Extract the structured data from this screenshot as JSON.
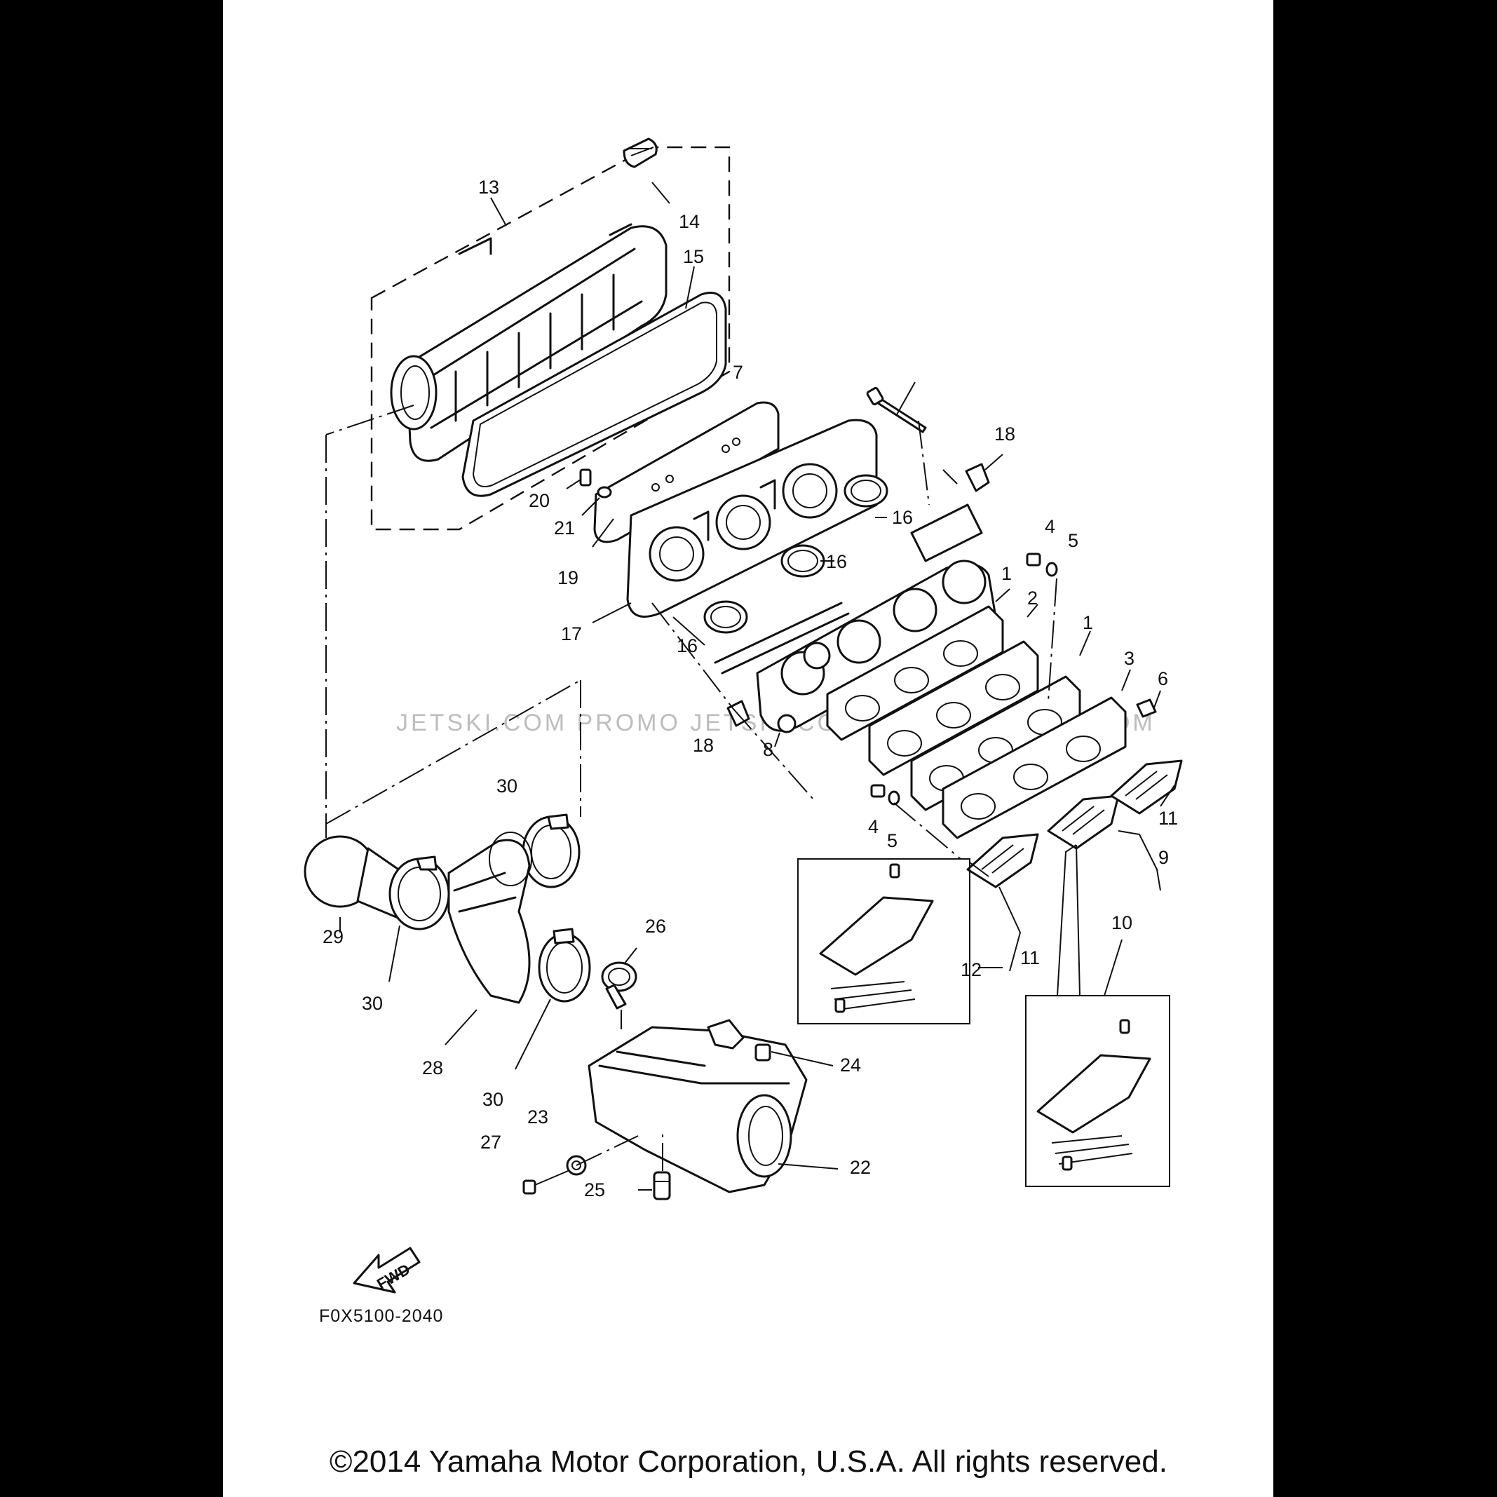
{
  "diagram": {
    "labels": {
      "p1": "1",
      "p2": "2",
      "p3": "3",
      "p4": "4",
      "p5": "5",
      "p6": "6",
      "p7": "7",
      "p8": "8",
      "p9": "9",
      "p10": "10",
      "p11": "11",
      "p12": "12",
      "p13": "13",
      "p14": "14",
      "p15": "15",
      "p16": "16",
      "p17": "17",
      "p18": "18",
      "p19": "19",
      "p20": "20",
      "p21": "21",
      "p22": "22",
      "p23": "23",
      "p24": "24",
      "p25": "25",
      "p26": "26",
      "p27": "27",
      "p28": "28",
      "p29": "29",
      "p30": "30"
    },
    "fwd_label": "FWD",
    "figure_code": "F0X5100-2040",
    "watermark": "JETSKI.COM   PROMO JETSKI.COM PROMO JETSKI.COM"
  },
  "footer": {
    "copyright": "©2014 Yamaha Motor Corporation, U.S.A. All rights reserved."
  }
}
